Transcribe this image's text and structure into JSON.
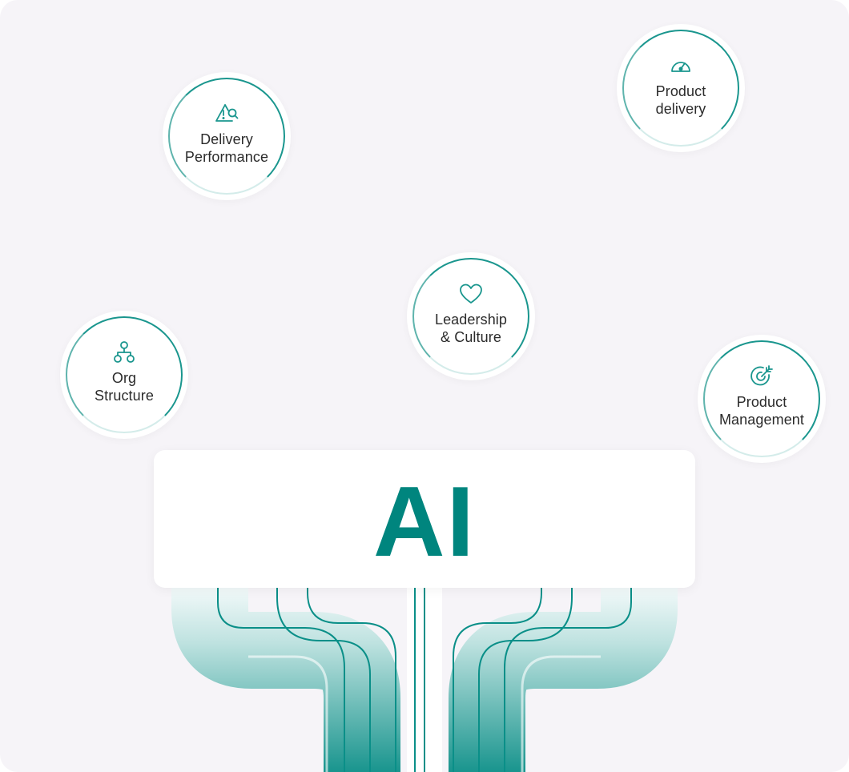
{
  "diagram": {
    "center": {
      "label": "AI"
    },
    "nodes": [
      {
        "id": "delivery-performance",
        "label": "Delivery\nPerformance",
        "icon": "warning-search-icon"
      },
      {
        "id": "product-delivery",
        "label": "Product\ndelivery",
        "icon": "speedometer-icon"
      },
      {
        "id": "leadership-culture",
        "label": "Leadership\n& Culture",
        "icon": "heart-icon"
      },
      {
        "id": "org-structure",
        "label": "Org\nStructure",
        "icon": "org-chart-icon"
      },
      {
        "id": "product-management",
        "label": "Product\nManagement",
        "icon": "target-arrow-icon"
      }
    ]
  },
  "colors": {
    "accent": "#00857e",
    "ring": "#1a968e",
    "background": "#f6f4f8",
    "pipe_light": "#d9efed",
    "pipe_dark": "#0a8f88"
  }
}
